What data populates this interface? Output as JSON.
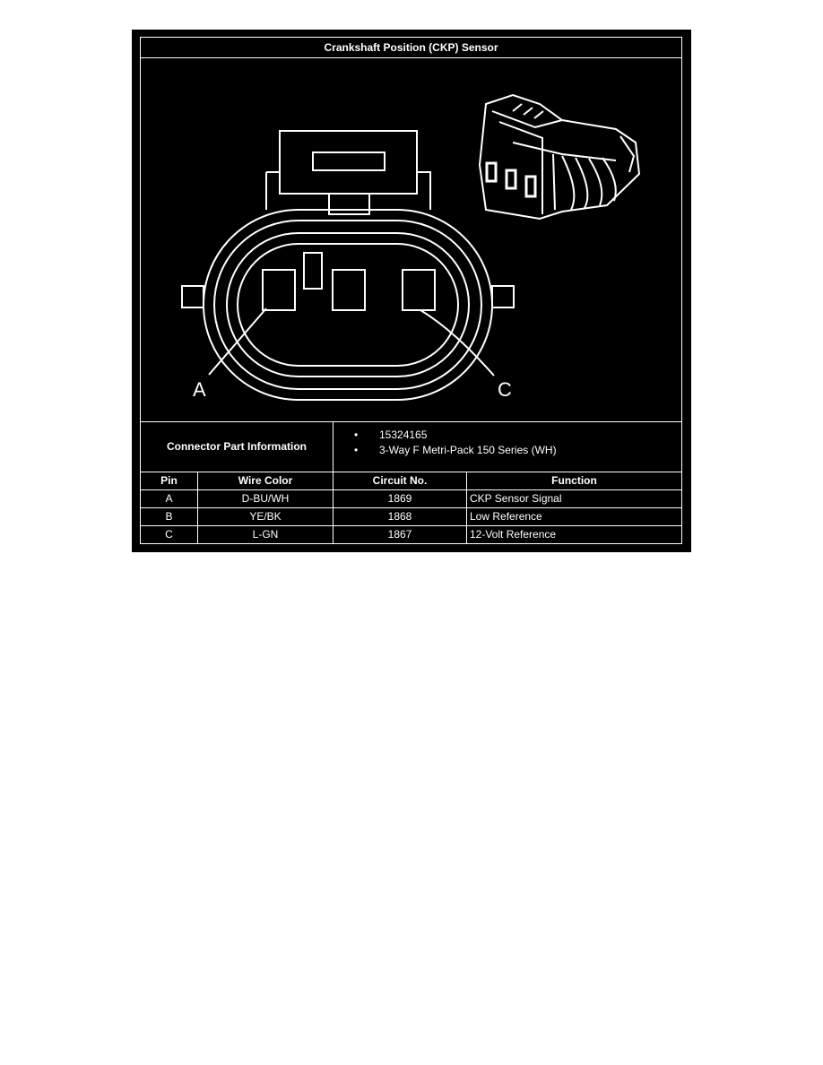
{
  "title": "Crankshaft Position (CKP) Sensor",
  "diagram": {
    "label_a": "A",
    "label_c": "C"
  },
  "connector_part_information": {
    "label": "Connector Part Information",
    "items": [
      "15324165",
      "3-Way F Metri-Pack 150 Series (WH)"
    ]
  },
  "pin_table": {
    "headers": [
      "Pin",
      "Wire Color",
      "Circuit No.",
      "Function"
    ],
    "rows": [
      [
        "A",
        "D-BU/WH",
        "1869",
        "CKP Sensor Signal"
      ],
      [
        "B",
        "YE/BK",
        "1868",
        "Low Reference"
      ],
      [
        "C",
        "L-GN",
        "1867",
        "12-Volt Reference"
      ]
    ]
  },
  "colors": {
    "background": "#000000",
    "foreground": "#ffffff"
  }
}
